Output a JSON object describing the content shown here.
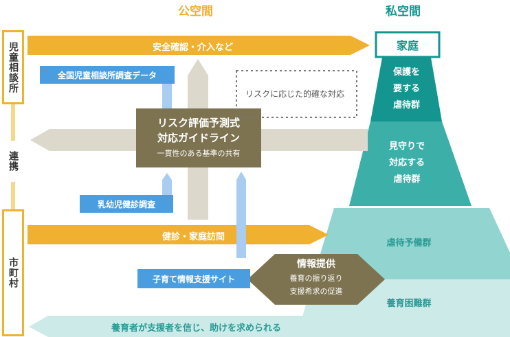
{
  "headers": {
    "public": "公空間",
    "private": "私空間"
  },
  "sidebar": {
    "top": "児童相談所",
    "middle": "連携",
    "bottom": "市町村"
  },
  "arrows": {
    "safety": "安全確認・介入など",
    "checkup": "健診・家庭訪問",
    "bottom": "養育者が支援者を信じ、助けを求められる"
  },
  "boxes": {
    "national_data": "全国児童相談所調査データ",
    "infant_checkup": "乳幼児健診調査",
    "child_site": "子育て情報支援サイト"
  },
  "dotted_note": "リスクに応じた的確な対応",
  "center": {
    "title_line1": "リスク評価予測式",
    "title_line2": "対応ガイドライン",
    "subtitle": "一貫性のある基準の共有"
  },
  "info": {
    "title": "情報提供",
    "line1": "養育の振り返り",
    "line2": "支援希求の促進"
  },
  "pyramid": {
    "top": "家庭",
    "level1": [
      "保護を",
      "要する",
      "虐待群"
    ],
    "level2": [
      "見守りで",
      "対応する",
      "虐待群"
    ],
    "level3": "虐待予備群",
    "level4": "養育困難群"
  },
  "colors": {
    "orange": "#f0b030",
    "teal_dark": "#14958f",
    "teal_mid": "#3dafa9",
    "teal_light": "#92d5d0",
    "teal_pale": "#ccebe8",
    "blue": "#4a9ee0",
    "olive": "#7d7351",
    "gray_arrow": "#dcd8cc"
  }
}
